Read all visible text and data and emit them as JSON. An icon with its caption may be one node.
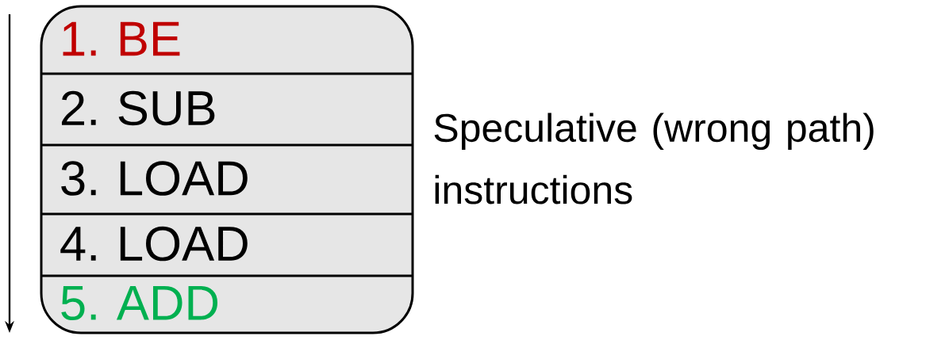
{
  "diagram": {
    "nodes": [
      {
        "text": [],
        "shape": "box"
      },
      {
        "text": [
          "1. BE"
        ],
        "in": 0
      },
      {
        "text": [
          "2. SUB"
        ],
        "in": 0
      },
      {
        "text": [
          "3. LOAD"
        ],
        "in": 0
      },
      {
        "text": [
          "4. LOAD"
        ],
        "in": 0
      },
      {
        "text": [
          "5. ADD"
        ],
        "in": 0
      }
    ],
    "edges": [],
    "labels": [
      "Speculative (wrong path) instructions"
    ]
  }
}
